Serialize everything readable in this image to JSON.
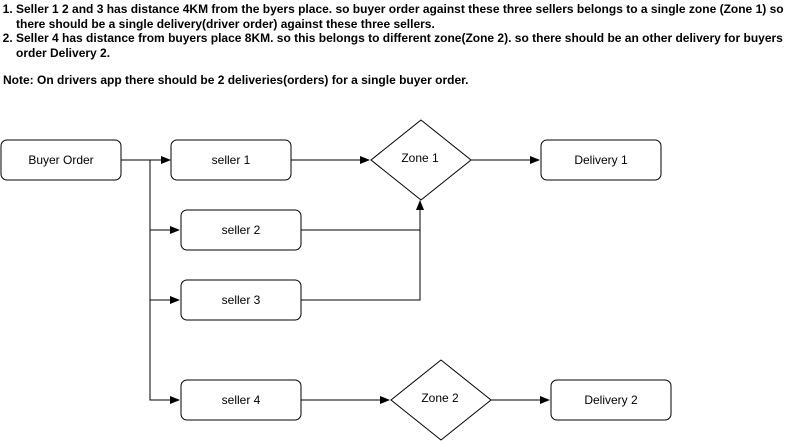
{
  "notes": {
    "items": [
      "Seller 1 2 and 3 has distance 4KM from the byers place. so buyer order against these three sellers belongs to a single zone (Zone 1) so there should be a single delivery(driver order) against these three sellers.",
      "Seller 4 has distance from buyers place 8KM. so this belongs to different zone(Zone 2). so there should be an other delivery for buyers order Delivery 2."
    ],
    "note": "Note: On drivers app there should be 2 deliveries(orders) for a single buyer order."
  },
  "diagram": {
    "nodes": {
      "buyer_order": "Buyer Order",
      "seller1": "seller 1",
      "seller2": "seller 2",
      "seller3": "seller 3",
      "seller4": "seller 4",
      "zone1": "Zone 1",
      "zone2": "Zone 2",
      "delivery1": "Delivery 1",
      "delivery2": "Delivery 2"
    }
  }
}
